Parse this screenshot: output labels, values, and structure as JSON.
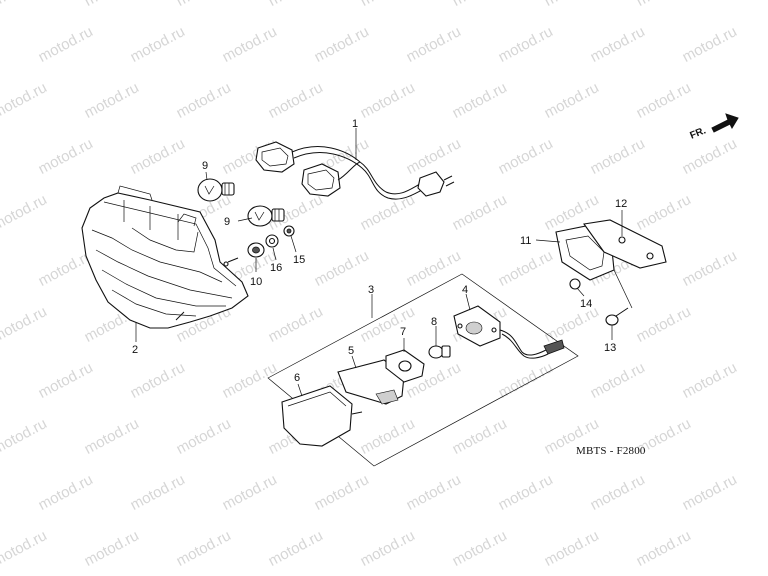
{
  "watermark": {
    "text": "motod.ru"
  },
  "diagram": {
    "code": "MBTS - F2800",
    "direction_label": "FR.",
    "callouts": [
      {
        "id": "1",
        "label": "1"
      },
      {
        "id": "2",
        "label": "2"
      },
      {
        "id": "3",
        "label": "3"
      },
      {
        "id": "4",
        "label": "4"
      },
      {
        "id": "5",
        "label": "5"
      },
      {
        "id": "6",
        "label": "6"
      },
      {
        "id": "7",
        "label": "7"
      },
      {
        "id": "8",
        "label": "8"
      },
      {
        "id": "9a",
        "label": "9"
      },
      {
        "id": "9b",
        "label": "9"
      },
      {
        "id": "10",
        "label": "10"
      },
      {
        "id": "11",
        "label": "11"
      },
      {
        "id": "12",
        "label": "12"
      },
      {
        "id": "13",
        "label": "13"
      },
      {
        "id": "14",
        "label": "14"
      },
      {
        "id": "15",
        "label": "15"
      },
      {
        "id": "16",
        "label": "16"
      }
    ]
  },
  "colors": {
    "line": "#111111",
    "watermark": "#d6d6d6",
    "background": "#ffffff"
  }
}
